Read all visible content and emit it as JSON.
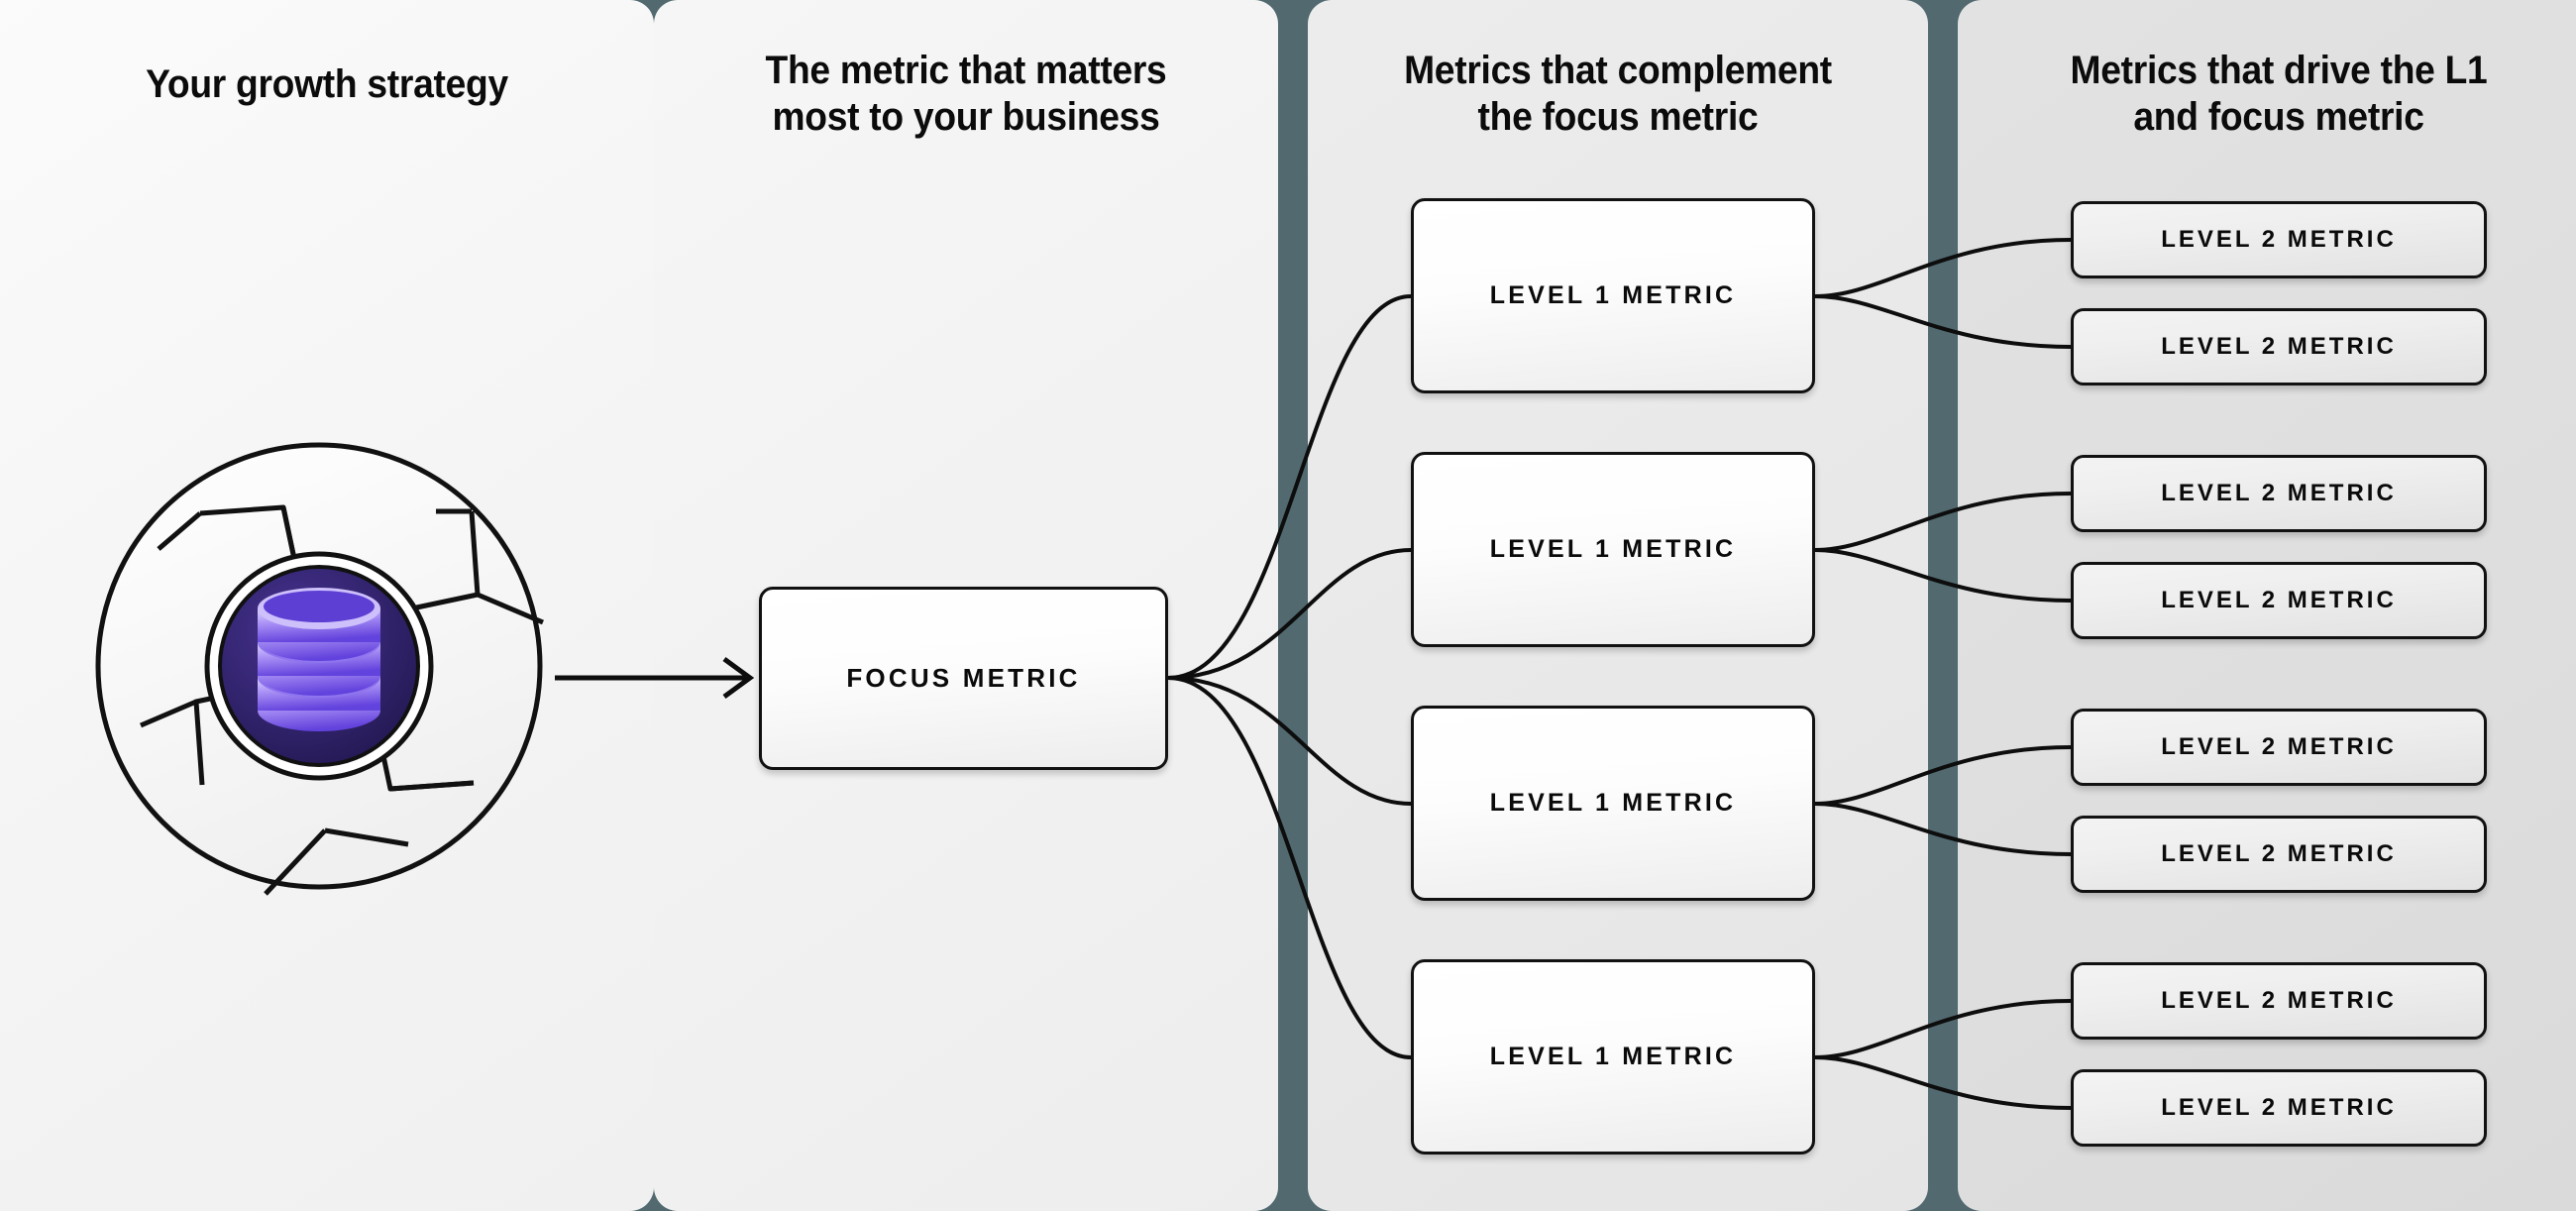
{
  "columns": [
    {
      "id": "col-growth-strategy",
      "heading_lines": [
        "Your growth strategy"
      ],
      "bg": "#f4f4f4"
    },
    {
      "id": "col-focus-metric",
      "heading_lines": [
        "The metric that matters",
        "most to your business"
      ],
      "bg": "#f1f1f1"
    },
    {
      "id": "col-level-1",
      "heading_lines": [
        "Metrics that complement",
        "the focus metric"
      ],
      "bg": "#e8e8e8"
    },
    {
      "id": "col-level-2",
      "heading_lines": [
        "Metrics that drive the L1",
        "and focus metric"
      ],
      "bg": "#dedede"
    }
  ],
  "logo": {
    "name": "aperture-database-logo",
    "outer_shape": "aperture-shutter-circle",
    "blade_fill": "#fbfbfb",
    "stroke": "#111111",
    "inner_circle_color_center": "#3b2a80",
    "inner_circle_color_edge": "#241a55",
    "icon": "database-icon",
    "icon_color_light": "#cfc3fa",
    "icon_color_mid": "#9f86f2",
    "icon_color_dark": "#6343dd"
  },
  "focus": {
    "label": "FOCUS METRIC"
  },
  "level1": [
    {
      "label": "LEVEL 1 METRIC"
    },
    {
      "label": "LEVEL 1 METRIC"
    },
    {
      "label": "LEVEL 1 METRIC"
    },
    {
      "label": "LEVEL 1 METRIC"
    }
  ],
  "level2": [
    {
      "label": "LEVEL 2 METRIC"
    },
    {
      "label": "LEVEL 2 METRIC"
    },
    {
      "label": "LEVEL 2 METRIC"
    },
    {
      "label": "LEVEL 2 METRIC"
    },
    {
      "label": "LEVEL 2 METRIC"
    },
    {
      "label": "LEVEL 2 METRIC"
    },
    {
      "label": "LEVEL 2 METRIC"
    },
    {
      "label": "LEVEL 2 METRIC"
    }
  ],
  "colors": {
    "divider": "#51696f",
    "box_border": "#111111",
    "connector": "#0d0d0d",
    "text": "#0a0a0a",
    "accent_purple": "#6343dd"
  },
  "connectors": {
    "logo_to_focus": "straight-arrow",
    "focus_to_level1": "bezier-fan-4",
    "level1_to_level2": "bezier-fan-2-each"
  }
}
